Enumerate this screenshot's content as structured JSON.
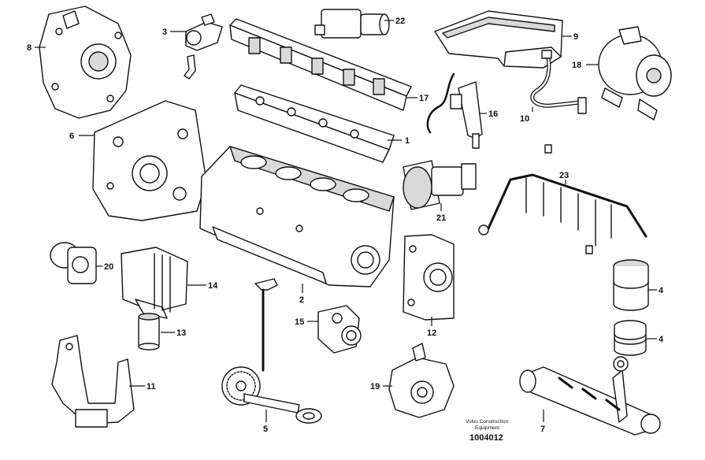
{
  "callouts": [
    {
      "id": "c8",
      "label": "8"
    },
    {
      "id": "c3",
      "label": "3"
    },
    {
      "id": "c22",
      "label": "22"
    },
    {
      "id": "c9",
      "label": "9"
    },
    {
      "id": "c18",
      "label": "18"
    },
    {
      "id": "c17",
      "label": "17"
    },
    {
      "id": "c16",
      "label": "16"
    },
    {
      "id": "c10",
      "label": "10"
    },
    {
      "id": "c6",
      "label": "6"
    },
    {
      "id": "c1",
      "label": "1"
    },
    {
      "id": "c23",
      "label": "23"
    },
    {
      "id": "c21",
      "label": "21"
    },
    {
      "id": "c20",
      "label": "20"
    },
    {
      "id": "c14",
      "label": "14"
    },
    {
      "id": "c2",
      "label": "2"
    },
    {
      "id": "c4a",
      "label": "4"
    },
    {
      "id": "c15",
      "label": "15"
    },
    {
      "id": "c12",
      "label": "12"
    },
    {
      "id": "c13",
      "label": "13"
    },
    {
      "id": "c4b",
      "label": "4"
    },
    {
      "id": "c11",
      "label": "11"
    },
    {
      "id": "c19",
      "label": "19"
    },
    {
      "id": "c5",
      "label": "5"
    },
    {
      "id": "c7",
      "label": "7"
    }
  ],
  "credit": {
    "line1": "Volvo Construction",
    "line2": "Equipment",
    "code": "1004012"
  }
}
